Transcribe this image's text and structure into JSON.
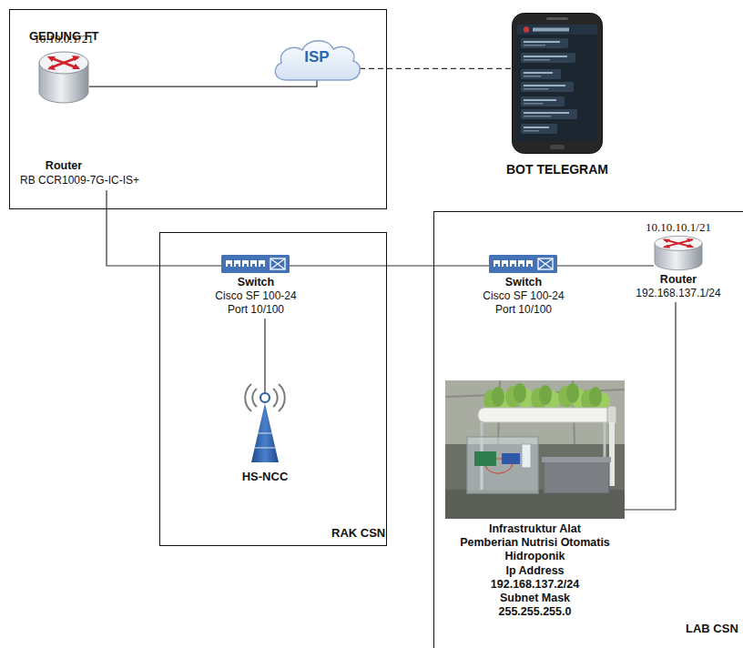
{
  "diagram": {
    "nodes": [
      {
        "text": [
          "GEDUNG FT"
        ]
      },
      {
        "text": [
          "10.10.0.1/21",
          "Router",
          "RB CCR1009-7G-IC-IS+"
        ],
        "in": 0
      },
      {
        "text": [
          "ISP"
        ],
        "in": 0
      },
      {
        "text": [
          "BOT TELEGRAM"
        ]
      },
      {
        "text": [
          "RAK CSN"
        ]
      },
      {
        "text": [
          "Switch",
          "Cisco SF 100-24",
          "Port 10/100"
        ],
        "in": 4
      },
      {
        "text": [
          "HS-NCC"
        ],
        "in": 4
      },
      {
        "text": [
          "LAB CSN"
        ]
      },
      {
        "text": [
          "Switch",
          "Cisco SF 100-24",
          "Port 10/100"
        ],
        "in": 7
      },
      {
        "text": [
          "10.10.10.1/21",
          "Router",
          "192.168.137.1/24"
        ],
        "in": 7
      },
      {
        "text": [
          "Infrastruktur Alat Pemberian Nutrisi Otomatis Hidroponik",
          "Ip Address",
          "192.168.137.2/24",
          "Subnet Mask",
          "255.255.255.0"
        ],
        "in": 7
      }
    ],
    "edges": [
      {
        "from": 1,
        "to": 2,
        "arrow": "none"
      },
      {
        "from": 2,
        "to": 3,
        "arrow": "none"
      },
      {
        "from": 1,
        "to": 5,
        "arrow": "none"
      },
      {
        "from": 5,
        "to": 6,
        "arrow": "none"
      },
      {
        "from": 5,
        "to": 8,
        "arrow": "none"
      },
      {
        "from": 8,
        "to": 9,
        "arrow": "none"
      },
      {
        "from": 9,
        "to": 10,
        "arrow": "none"
      }
    ]
  }
}
